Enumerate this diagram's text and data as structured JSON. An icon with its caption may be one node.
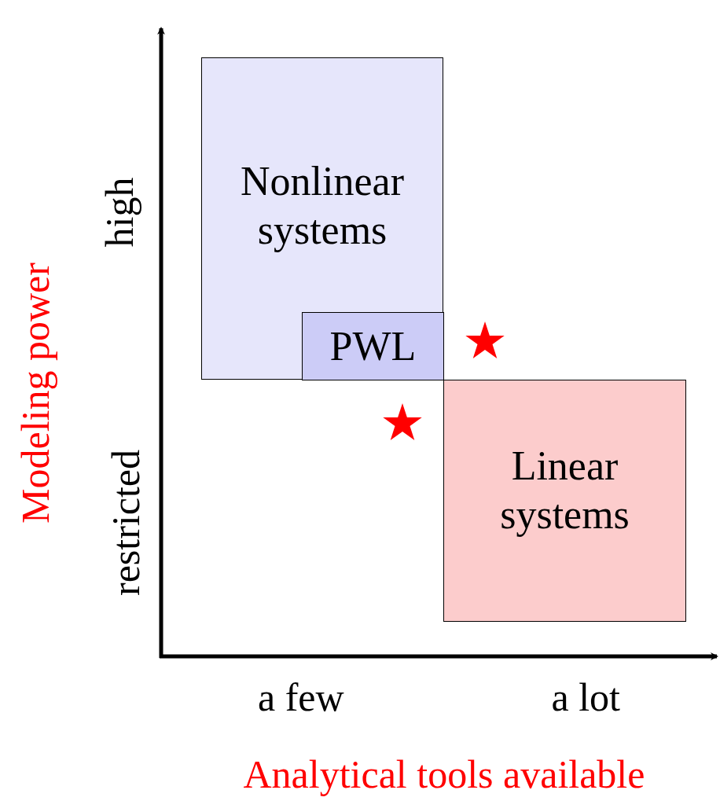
{
  "diagram": {
    "nodes": [
      {
        "text": [
          "Nonlinear systems"
        ]
      },
      {
        "text": [
          "PWL"
        ],
        "in": 0
      },
      {
        "text": [
          "Linear systems"
        ]
      }
    ],
    "edges": [],
    "labels": [
      "high",
      "restricted",
      "Modeling power",
      "a few",
      "a lot",
      "Analytical tools available"
    ]
  }
}
